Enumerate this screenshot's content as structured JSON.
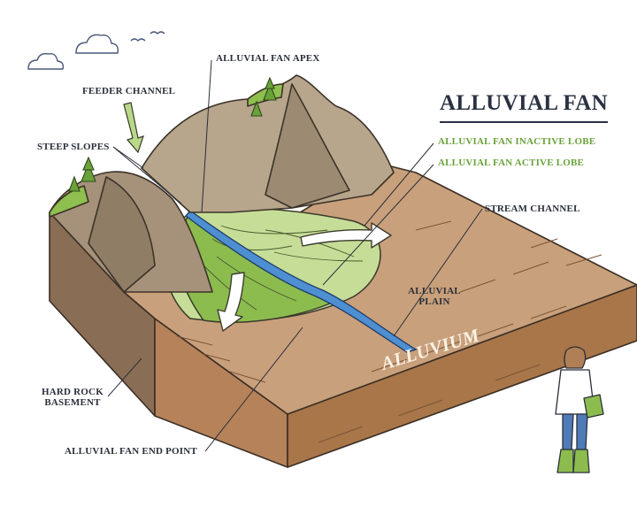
{
  "title": "ALLUVIAL FAN",
  "labels": {
    "feeder_channel": "FEEDER CHANNEL",
    "alluvial_fan_apex": "ALLUVIAL FAN APEX",
    "steep_slopes": "STEEP SLOPES",
    "inactive_lobe": "ALLUVIAL FAN INACTIVE LOBE",
    "active_lobe": "ALLUVIAL FAN ACTIVE LOBE",
    "stream_channel": "STREAM CHANNEL",
    "alluvial_plain_1": "ALLUVIAL",
    "alluvial_plain_2": "PLAIN",
    "alluvium": "ALLUVIUM",
    "hard_rock_1": "HARD ROCK",
    "hard_rock_2": "BASEMENT",
    "end_point": "ALLUVIAL FAN END POINT"
  },
  "colors": {
    "title": "#2a3142",
    "label": "#2b2f3a",
    "green_label": "#6aa23a",
    "soil_top": "#c79a74",
    "soil_front": "#b07f55",
    "soil_side": "#9c6c47",
    "fan_inactive": "#c6dd97",
    "fan_active": "#8cbc4e",
    "stream": "#4d8fd1",
    "mountain": "#b7a58c",
    "mountain_shadow": "#8f7d66",
    "grass": "#8fbf4f"
  }
}
